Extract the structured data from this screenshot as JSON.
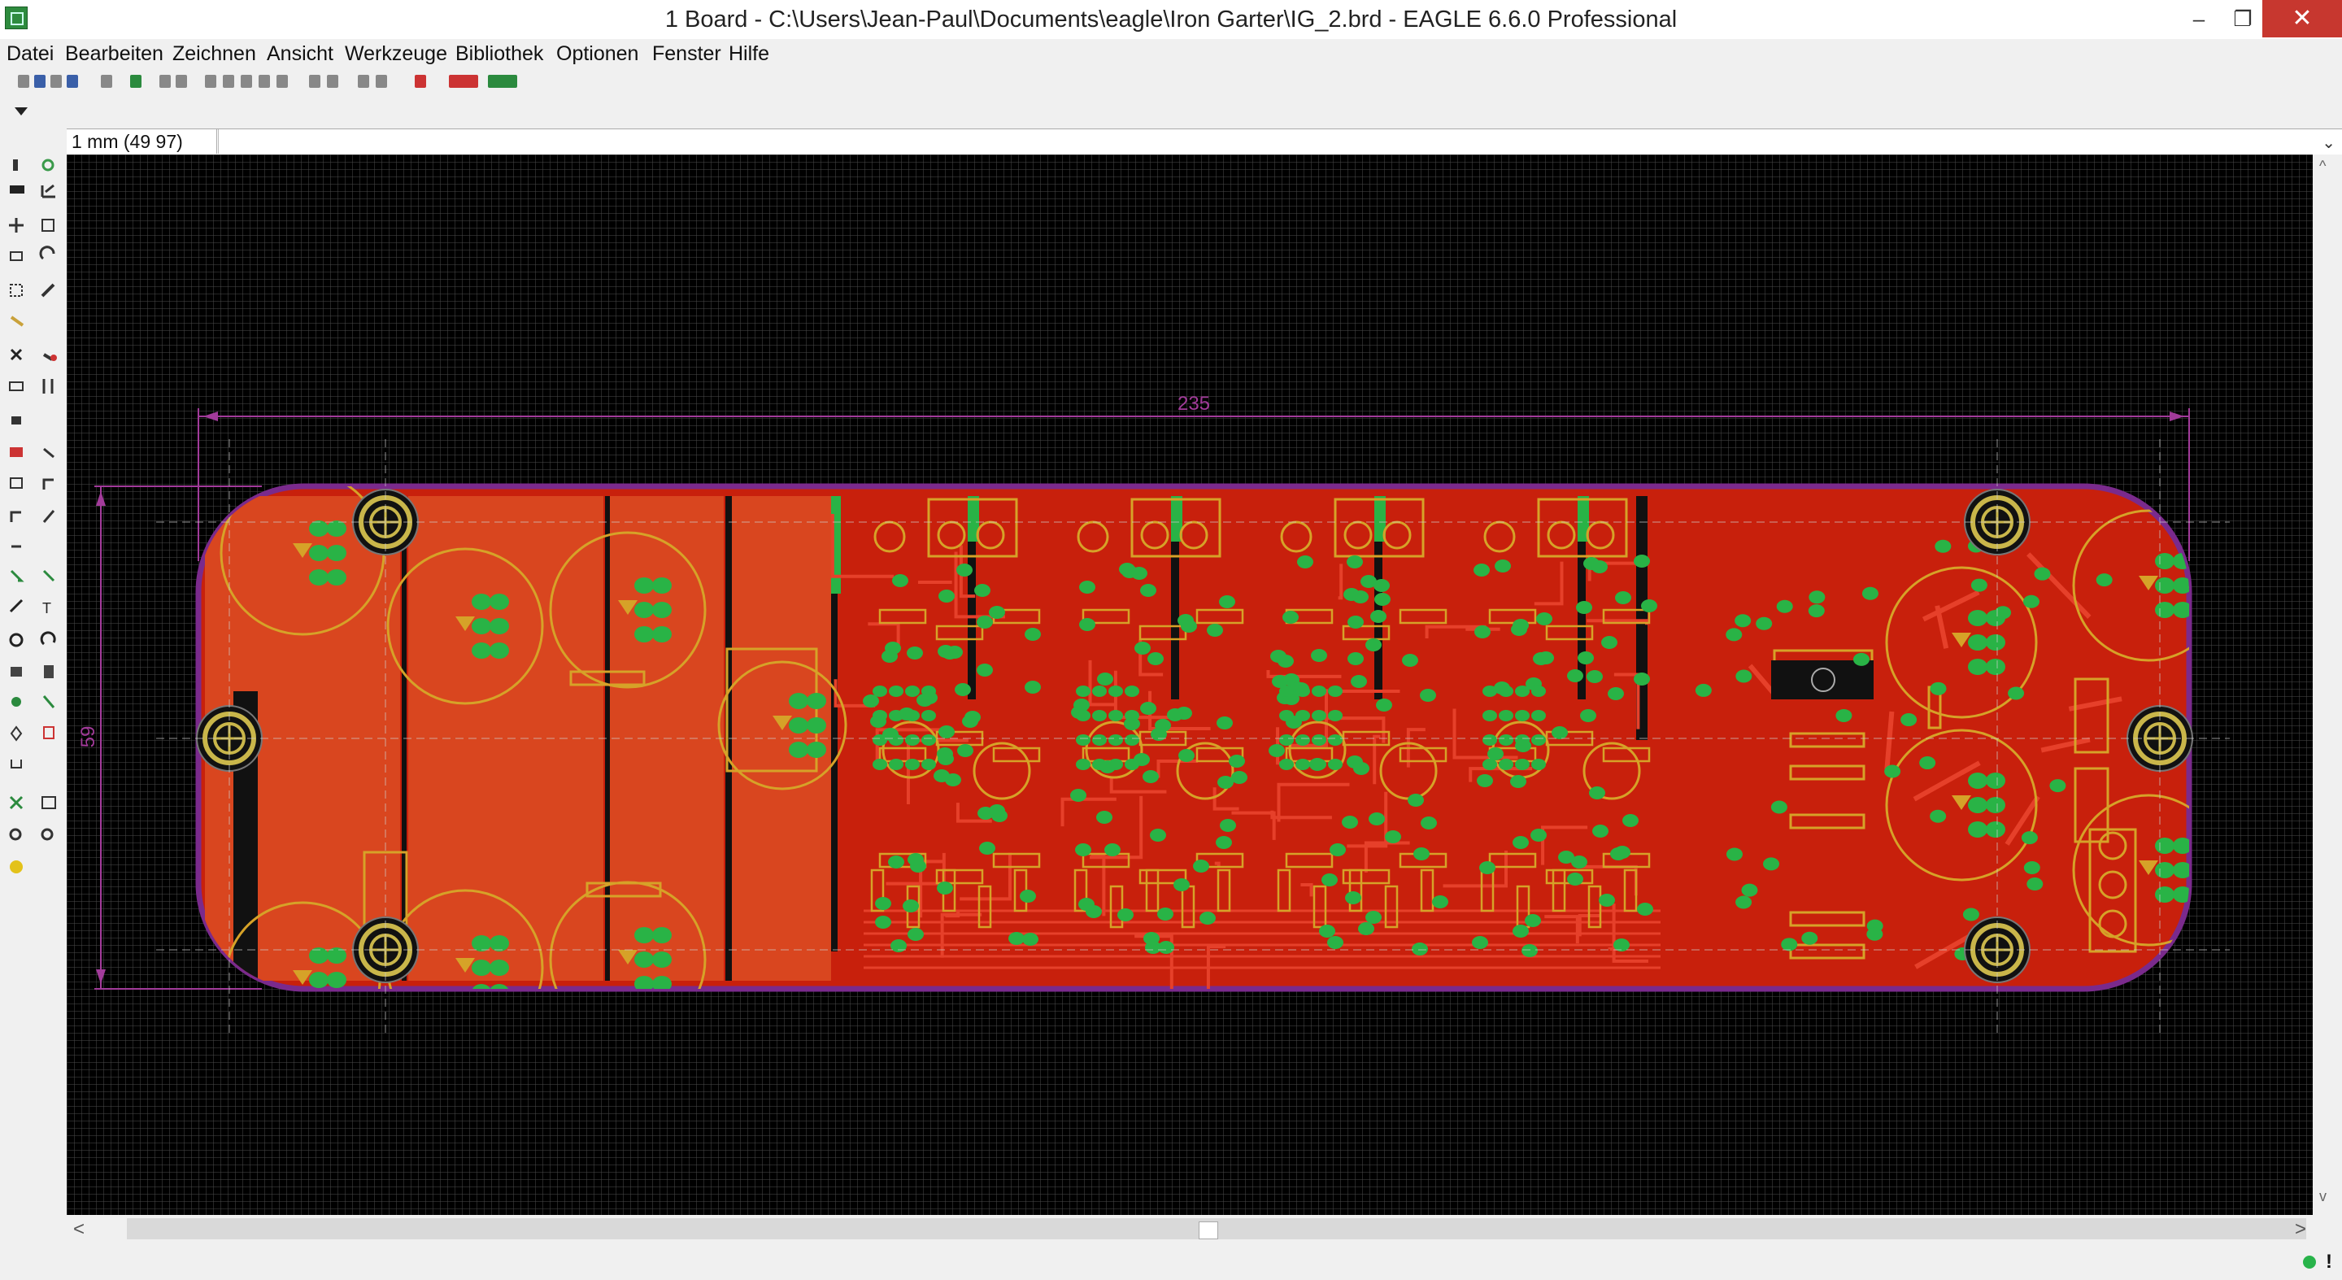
{
  "window": {
    "title": "1 Board - C:\\Users\\Jean-Paul\\Documents\\eagle\\Iron Garter\\IG_2.brd - EAGLE 6.6.0 Professional",
    "controls": {
      "minimize": "–",
      "maximize": "❐",
      "close": "✕"
    }
  },
  "menu": {
    "items": [
      "Datei",
      "Bearbeiten",
      "Zeichnen",
      "Ansicht",
      "Werkzeuge",
      "Bibliothek",
      "Optionen",
      "Fenster",
      "Hilfe"
    ]
  },
  "coord": {
    "readout": "1 mm (49 97)",
    "command": ""
  },
  "board": {
    "dim_width": "235",
    "dim_height": "59",
    "colors": {
      "background": "#000000",
      "copper_top": "#d21f0f",
      "copper_fill": "#d52a12",
      "pad": "#29b346",
      "silkscreen": "#d6a228",
      "outline": "#7a2a8c",
      "dimension": "#a23b9a",
      "holes": "#c9b64a"
    }
  },
  "icons": {
    "app": "eagle-app-icon",
    "dropdown": "chevron-down-icon",
    "status_ok": "status-ok-icon",
    "status_warn": "warning-icon"
  },
  "scroll": {
    "left": "<",
    "right": ">",
    "up": "^",
    "down": "v"
  },
  "status": {
    "warn": "!"
  }
}
